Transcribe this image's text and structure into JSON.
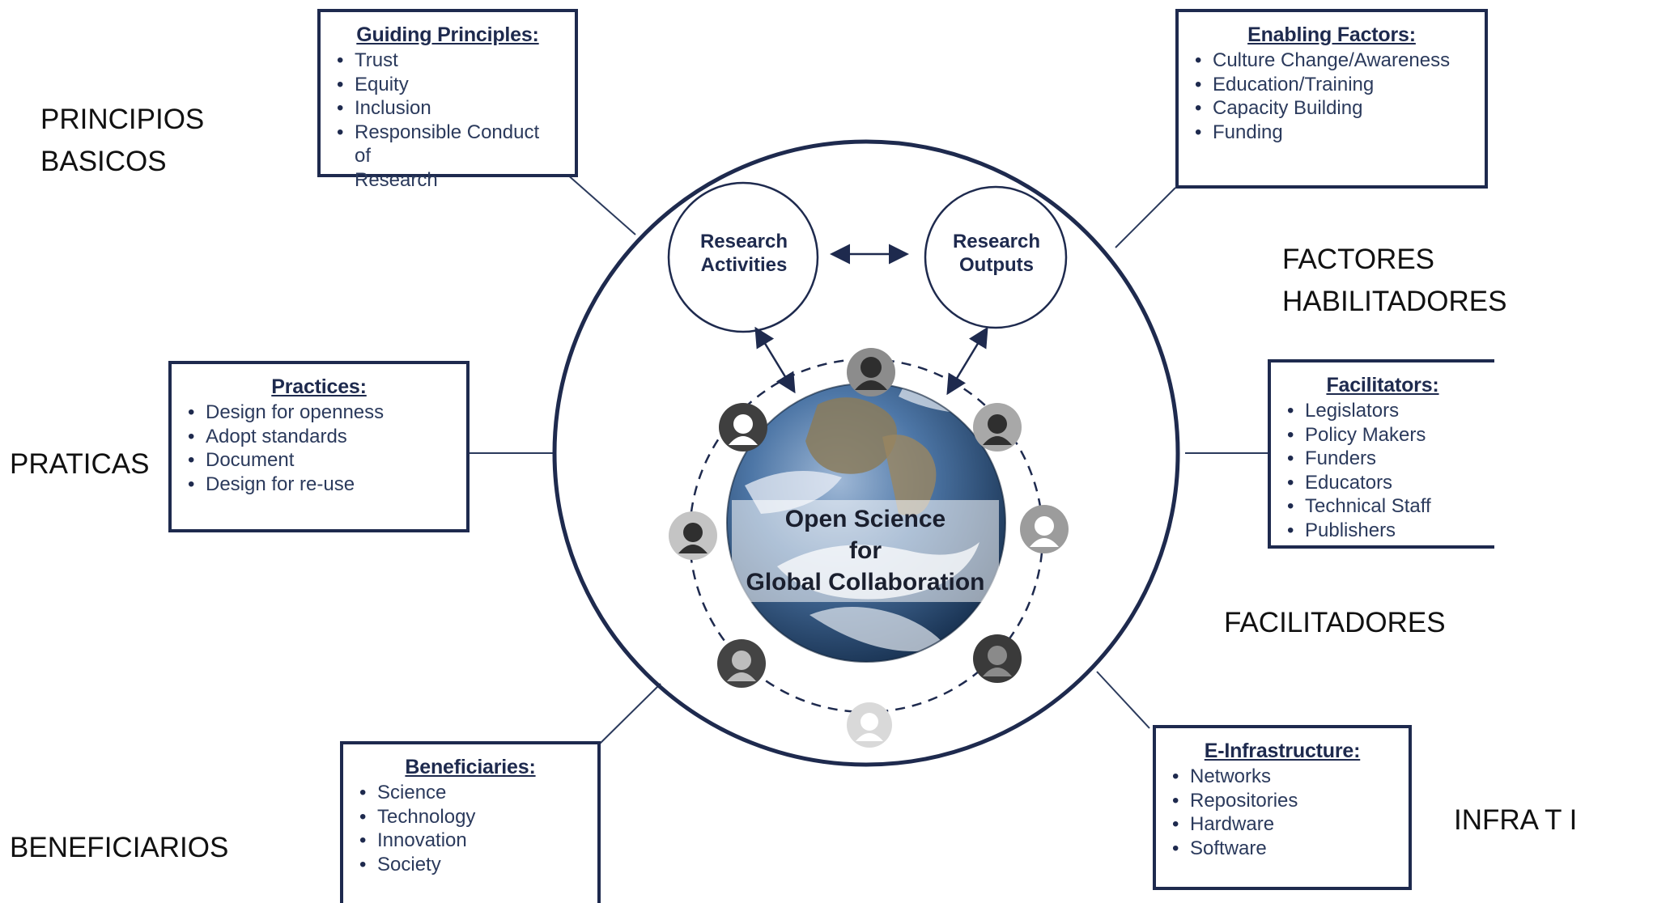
{
  "center": {
    "line1": "Open Science",
    "line2": "for",
    "line3": "Global Collaboration"
  },
  "nodes": {
    "activities": "Research\nActivities",
    "outputs": "Research\nOutputs"
  },
  "boxes": {
    "guiding": {
      "title": "Guiding Principles:",
      "items": [
        "Trust",
        "Equity",
        "Inclusion",
        "Responsible Conduct of",
        "Research"
      ]
    },
    "enabling": {
      "title": "Enabling Factors:",
      "items": [
        "Culture Change/Awareness",
        "Education/Training",
        "Capacity Building",
        "Funding"
      ]
    },
    "practices": {
      "title": "Practices:",
      "items": [
        "Design for openness",
        "Adopt standards",
        "Document",
        "Design for re-use"
      ]
    },
    "facilitators": {
      "title": "Facilitators:",
      "items": [
        "Legislators",
        "Policy Makers",
        "Funders",
        "Educators",
        "Technical Staff",
        "Publishers"
      ]
    },
    "beneficiaries": {
      "title": "Beneficiaries:",
      "items": [
        "Science",
        "Technology",
        "Innovation",
        "Society"
      ]
    },
    "einfra": {
      "title": "E-Infrastructure:",
      "items": [
        "Networks",
        "Repositories",
        "Hardware",
        "Software"
      ]
    }
  },
  "labels": {
    "principios": "PRINCIPIOS\nBASICOS",
    "factores": "FACTORES HABILITADORES",
    "praticas": "PRATICAS",
    "facilitadores": "FACILITADORES",
    "beneficiarios": "BENEFICIARIOS",
    "infra": "INFRA T I"
  },
  "colors": {
    "navy": "#1e2a4e",
    "ocean": "#2e5d93",
    "avatar_dark": "#3a3a3a",
    "avatar_mid": "#8c8c8c",
    "avatar_light": "#c9c9c9"
  }
}
